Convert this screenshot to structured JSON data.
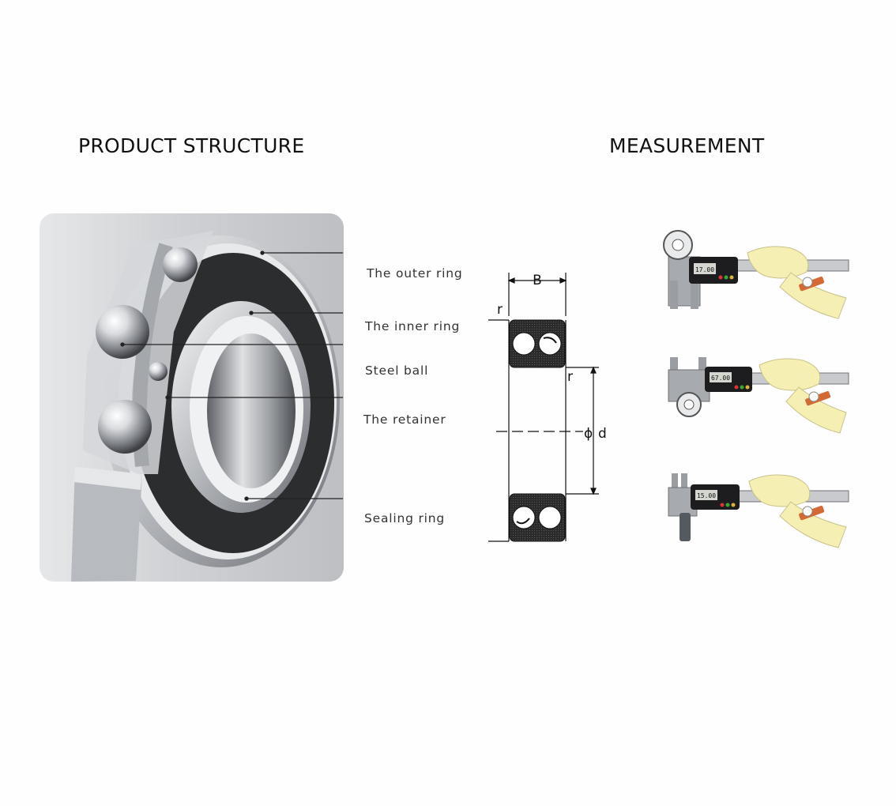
{
  "headings": {
    "structure": "PRODUCT STRUCTURE",
    "measurement": "MEASUREMENT"
  },
  "parts": [
    {
      "label": "The outer ring"
    },
    {
      "label": "The inner ring"
    },
    {
      "label": "Steel ball"
    },
    {
      "label": "The retainer"
    },
    {
      "label": "Sealing ring"
    }
  ],
  "dimensions": {
    "width_label": "B",
    "radius_label_top": "r",
    "radius_label_side": "r",
    "diameter_symbol": "ϕ",
    "diameter_label": "d"
  },
  "calipers": [
    {
      "display": "17.00",
      "target": "inner diameter"
    },
    {
      "display": "67.00",
      "target": "outer diameter"
    },
    {
      "display": "15.00",
      "target": "width"
    }
  ],
  "colors": {
    "ring_dark": "#2c2d2f",
    "steel": "#c9cbce",
    "glove": "#f6efb4",
    "caliper_body": "#9a9da1",
    "display": "#1d1d1f"
  }
}
